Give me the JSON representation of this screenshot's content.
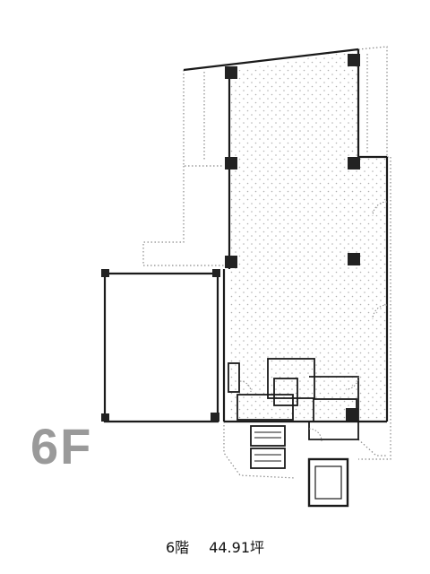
{
  "floor_label": "6F",
  "caption": {
    "floor": "6階",
    "area": "44.91坪"
  },
  "colors": {
    "wall": "#1a1a1a",
    "dotted": "#9a9a9a",
    "column": "#222222",
    "label": "#9a9a9a"
  }
}
